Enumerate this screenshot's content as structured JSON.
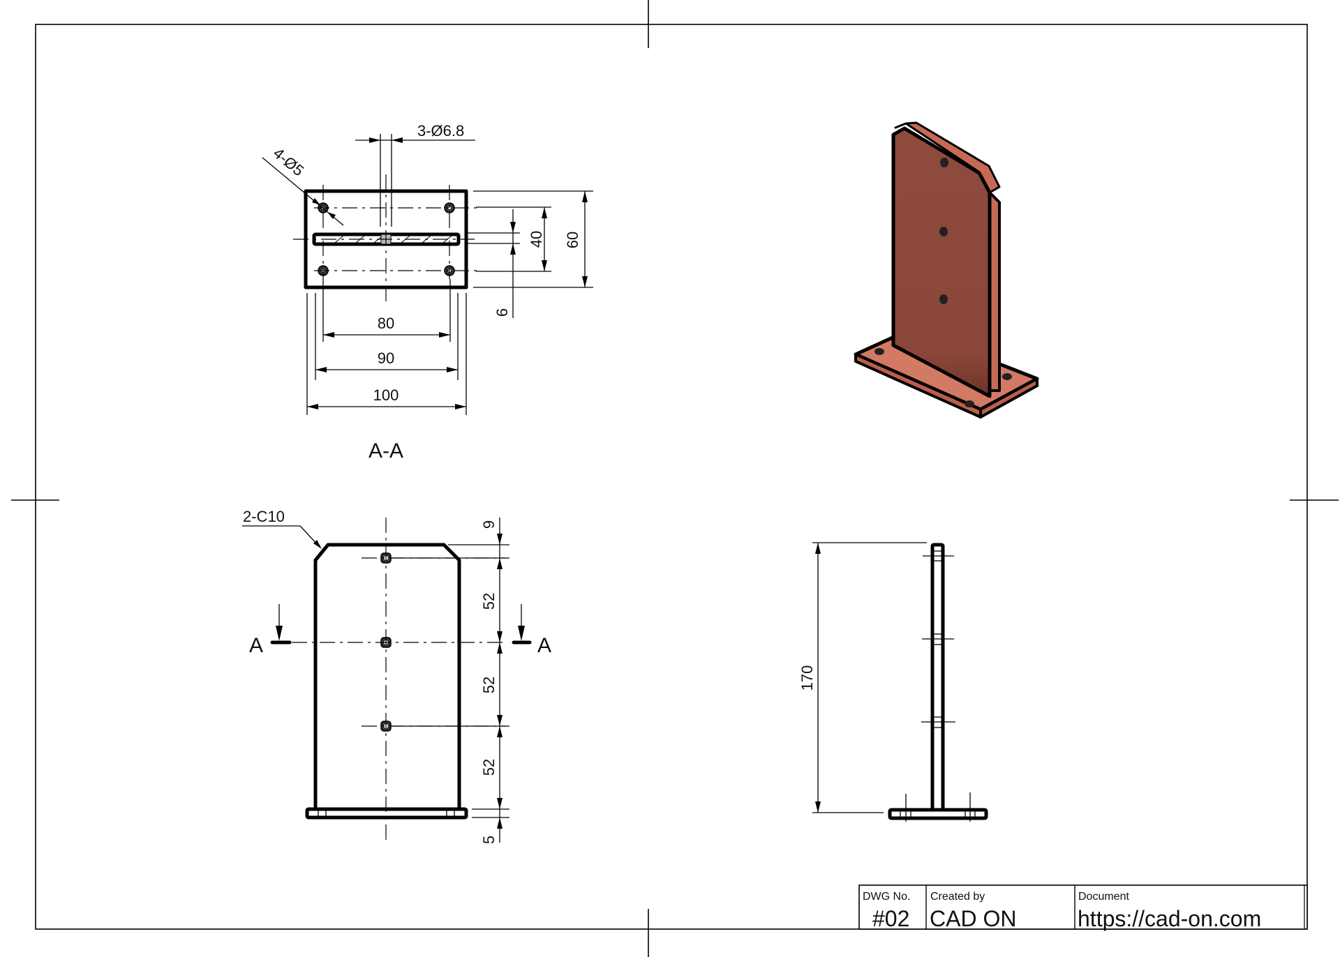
{
  "drawing": {
    "section_view": {
      "title": "A-A",
      "callouts": {
        "holes_small": "4-Ø5",
        "holes_large": "3-Ø6.8"
      },
      "dimensions": {
        "hole_pitch_x": "80",
        "inner_width": "90",
        "overall_width": "100",
        "hole_pitch_y": "40",
        "overall_depth": "60",
        "plate_thickness": "6"
      }
    },
    "front_view": {
      "chamfer_callout": "2-C10",
      "section_marker_left": "A",
      "section_marker_right": "A",
      "dimensions": {
        "top_offset": "9",
        "pitch_1": "52",
        "pitch_2": "52",
        "pitch_3": "52",
        "base_thickness": "5"
      }
    },
    "side_view": {
      "dimensions": {
        "overall_height": "170"
      }
    },
    "iso_view": {
      "face_color": "#8b4a3c",
      "edge_color": "#c66a56",
      "base_color": "#d27a64",
      "outline_color": "#000000"
    }
  },
  "title_block": {
    "dwg_no_label": "DWG No.",
    "dwg_no_value": "#02",
    "created_by_label": "Created by",
    "created_by_value": "CAD ON",
    "document_label": "Document",
    "document_value": "https://cad-on.com"
  }
}
